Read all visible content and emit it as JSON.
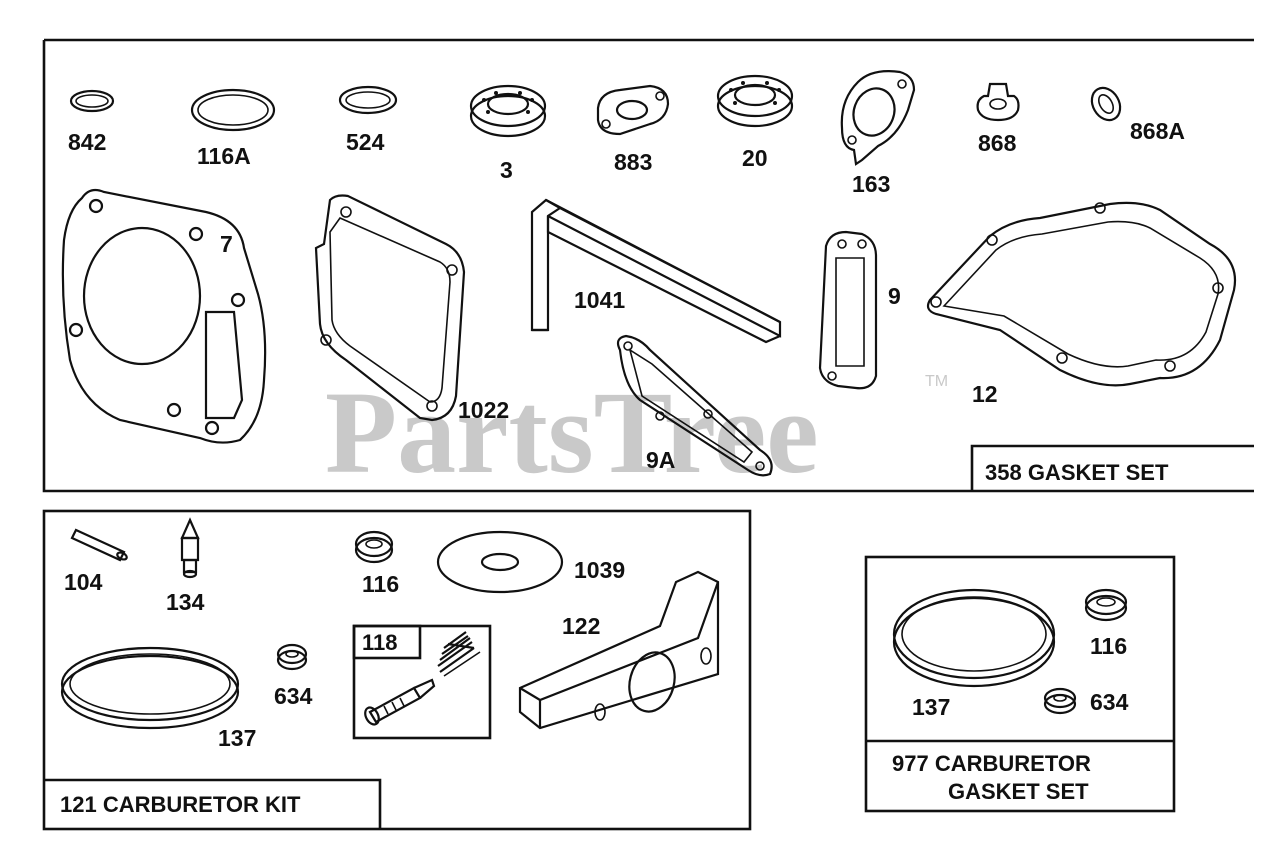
{
  "watermark": {
    "text": "PartsTree",
    "tm": "TM"
  },
  "panels": {
    "gasket_set": {
      "title": "358 GASKET SET"
    },
    "carb_kit": {
      "title": "121 CARBURETOR KIT",
      "sub_kit": "118"
    },
    "carb_gasket_set": {
      "title_line1": "977 CARBURETOR",
      "title_line2": "GASKET SET"
    }
  },
  "parts": {
    "p842": "842",
    "p116A": "116A",
    "p524": "524",
    "p3": "3",
    "p883": "883",
    "p20": "20",
    "p163": "163",
    "p868": "868",
    "p868A": "868A",
    "p7": "7",
    "p1022": "1022",
    "p1041": "1041",
    "p9": "9",
    "p9A": "9A",
    "p12": "12",
    "p104": "104",
    "p134": "134",
    "p116": "116",
    "p1039": "1039",
    "p122": "122",
    "p137": "137",
    "p634": "634",
    "p977_137": "137",
    "p977_116": "116",
    "p977_634": "634"
  },
  "colors": {
    "line": "#111111",
    "watermark": "#c9c9c9",
    "background": "#ffffff"
  }
}
